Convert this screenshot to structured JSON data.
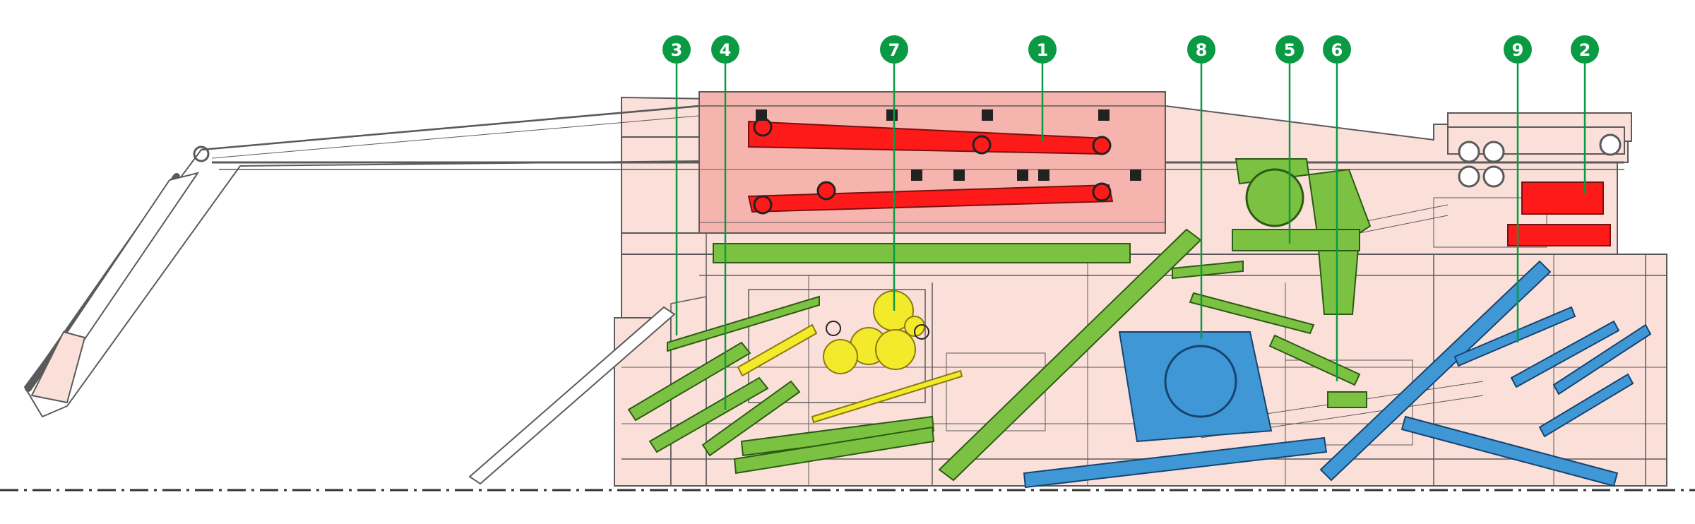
{
  "colors": {
    "background": "#ffffff",
    "frame_fill": "#fbe0da",
    "frame_line": "#5a5a5a",
    "red_unit": "#f5b4ad",
    "red_belt": "#ff1a1a",
    "green_part": "#7cc242",
    "blue_part": "#3f97d6",
    "yellow_part": "#f2ea2a",
    "callout_fill": "#0a9a44",
    "callout_text": "#ffffff"
  },
  "callouts": [
    {
      "id": "c3",
      "label": "3"
    },
    {
      "id": "c4",
      "label": "4"
    },
    {
      "id": "c7",
      "label": "7"
    },
    {
      "id": "c1",
      "label": "1"
    },
    {
      "id": "c8",
      "label": "8"
    },
    {
      "id": "c5",
      "label": "5"
    },
    {
      "id": "c6",
      "label": "6"
    },
    {
      "id": "c9",
      "label": "9"
    },
    {
      "id": "c2",
      "label": "2"
    }
  ]
}
